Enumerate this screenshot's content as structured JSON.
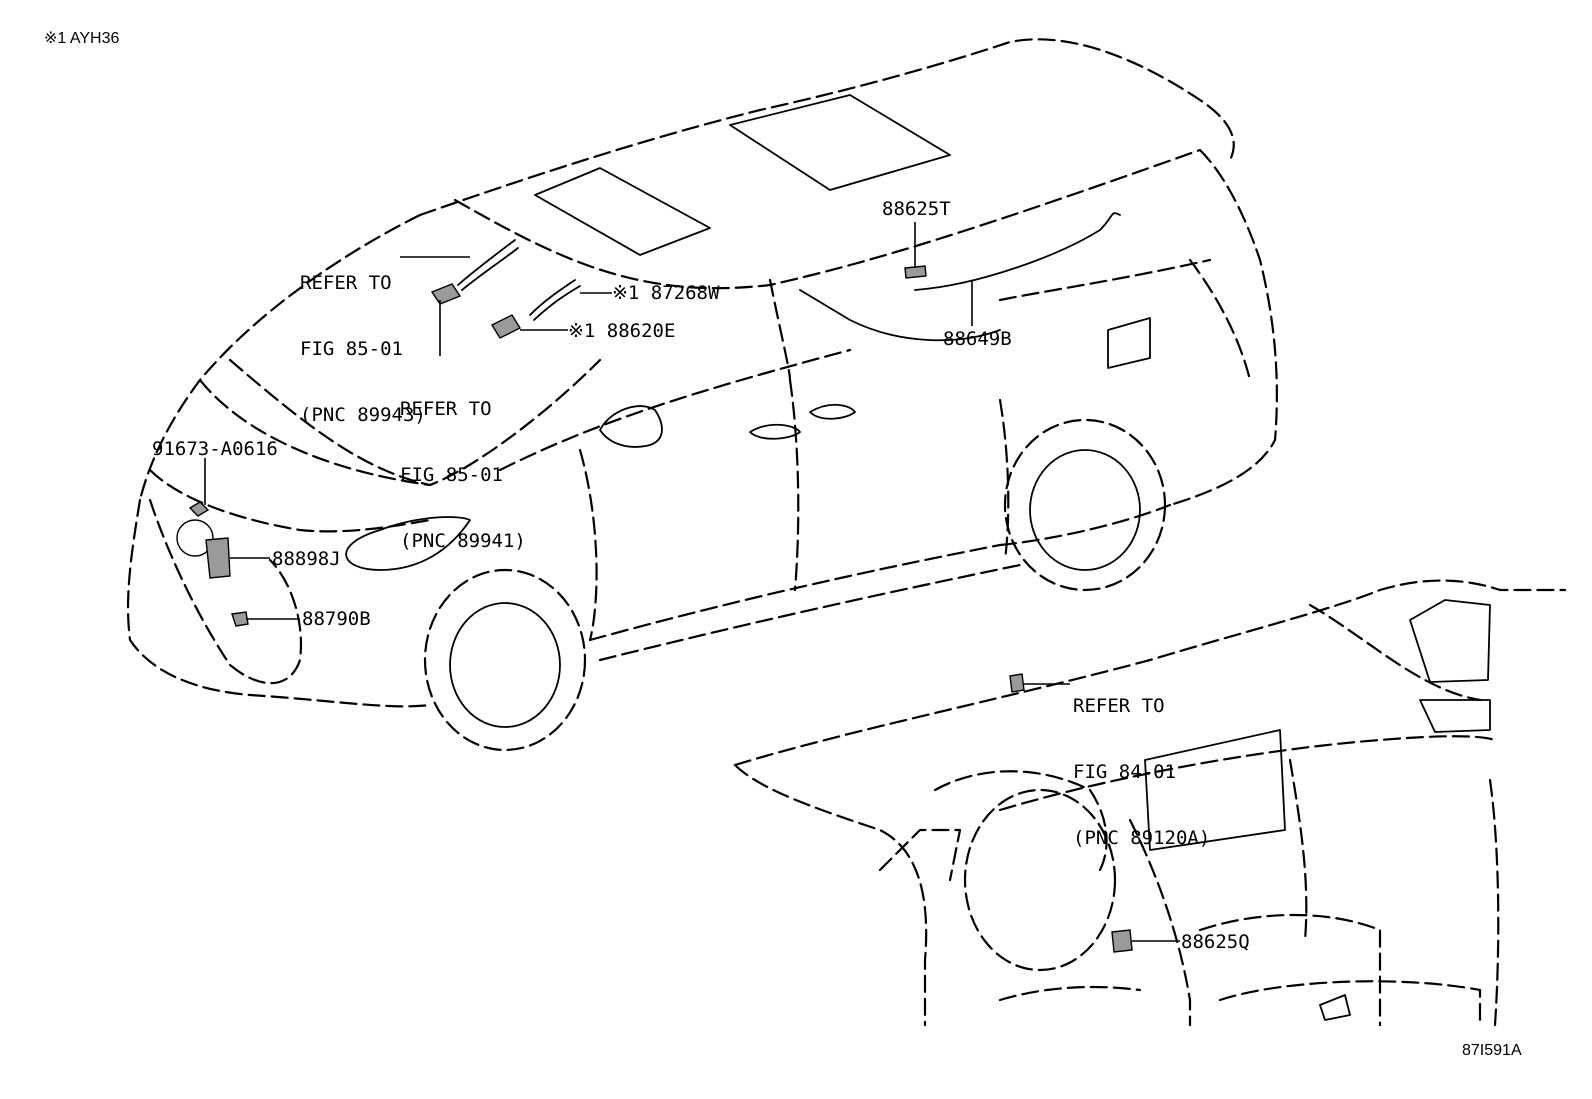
{
  "header": {
    "note": "※1 AYH36"
  },
  "footer": {
    "figure_id": "87I591A"
  },
  "callouts": {
    "ref_89943": [
      "REFER TO",
      "FIG 85-01",
      "(PNC 89943)"
    ],
    "ref_89941": [
      "REFER TO",
      "FIG 85-01",
      "(PNC 89941)"
    ],
    "ref_89120a": [
      "REFER TO",
      "FIG 84-01",
      "(PNC 89120A)"
    ],
    "part_87268w": "※1 87268W",
    "part_88620e": "※1 88620E",
    "part_88625t": "88625T",
    "part_88649b": "88649B",
    "part_91673": "91673-A0616",
    "part_88898j": "88898J",
    "part_88790b": "88790B",
    "part_88625q": "88625Q"
  }
}
